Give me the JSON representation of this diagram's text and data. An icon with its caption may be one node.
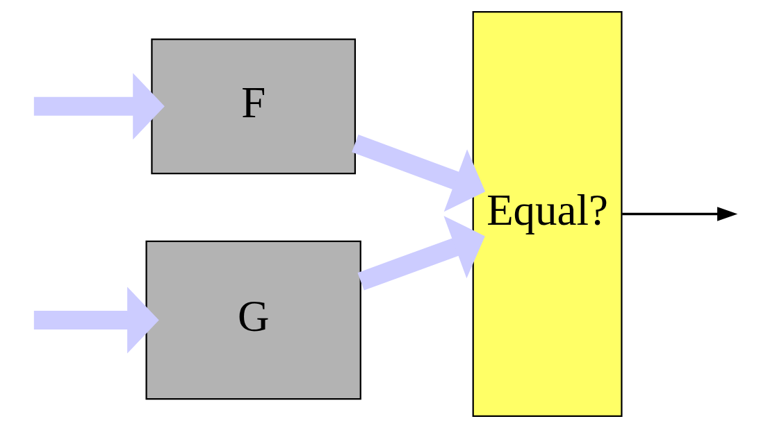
{
  "diagram": {
    "nodes": [
      {
        "text": [
          "F"
        ]
      },
      {
        "text": [
          "G"
        ]
      },
      {
        "text": [
          "Equal?"
        ]
      }
    ],
    "edges": [
      {
        "from": null,
        "to": 0,
        "arrow": "to"
      },
      {
        "from": null,
        "to": 1,
        "arrow": "to"
      },
      {
        "from": 0,
        "to": 2,
        "arrow": "to"
      },
      {
        "from": 1,
        "to": 2,
        "arrow": "to"
      },
      {
        "from": 2,
        "to": null,
        "arrow": "to",
        "color": "#000000"
      }
    ]
  }
}
